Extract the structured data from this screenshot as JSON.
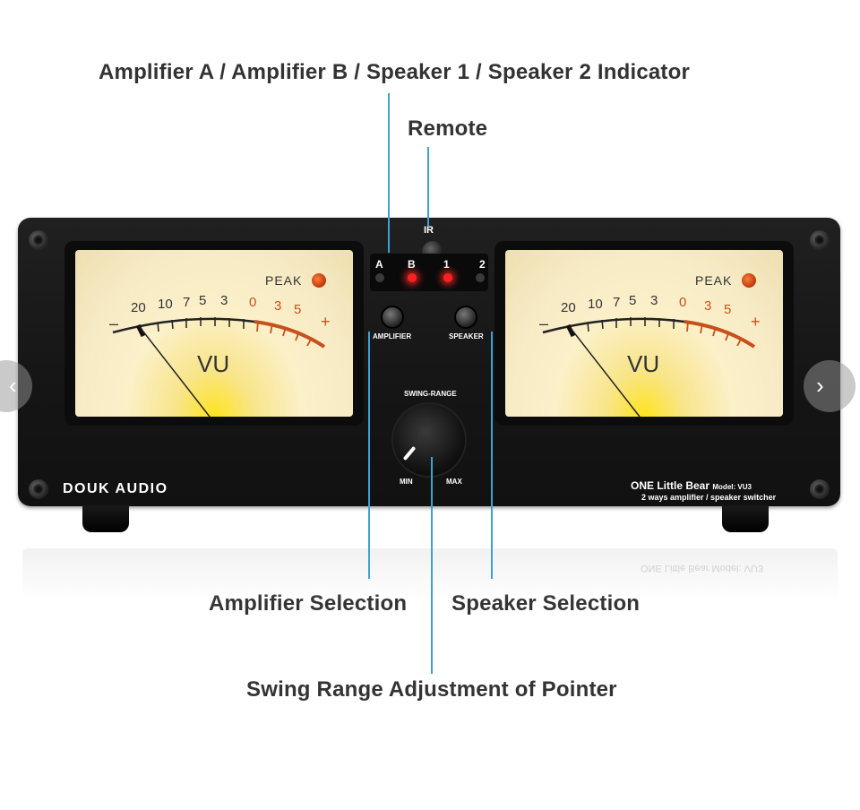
{
  "callouts": {
    "indicator": "Amplifier A / Amplifier B / Speaker 1 / Speaker 2 Indicator",
    "remote": "Remote",
    "amplifier_selection": "Amplifier Selection",
    "speaker_selection": "Speaker Selection",
    "swing_range": "Swing Range Adjustment of Pointer"
  },
  "meter": {
    "vu": "VU",
    "peak": "PEAK",
    "minus": "–",
    "plus": "+",
    "scale_black": [
      "20",
      "10",
      "7",
      "5",
      "3"
    ],
    "scale_red": [
      "0",
      "3",
      "5"
    ]
  },
  "indicators": [
    {
      "label": "A",
      "on": false
    },
    {
      "label": "B",
      "on": true
    },
    {
      "label": "1",
      "on": true
    },
    {
      "label": "2",
      "on": false
    }
  ],
  "ir_label": "IR",
  "amplifier_label": "AMPLIFIER",
  "speaker_label": "SPEAKER",
  "knob": {
    "title": "SWING-RANGE",
    "min": "MIN",
    "max": "MAX"
  },
  "brand": "DOUK AUDIO",
  "model": {
    "name": "ONE Little Bear",
    "model_no": "Model: VU3",
    "subtitle": "2 ways amplifier / speaker switcher"
  },
  "reflection_text": "ONE Little Bear  Model: VU3",
  "nav": {
    "prev": "‹",
    "next": "›"
  },
  "colors": {
    "callout_line": "#3ba2d6",
    "led_on": "#ff2020",
    "meter_red": "#c8501c"
  }
}
